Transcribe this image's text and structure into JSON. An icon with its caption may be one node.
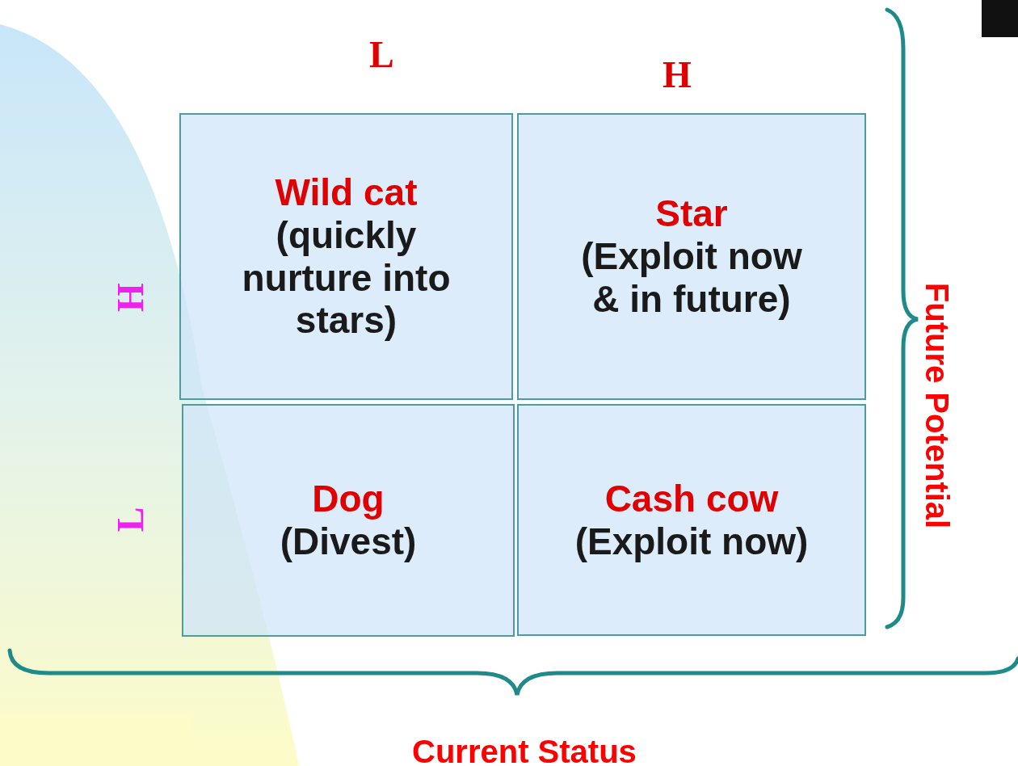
{
  "diagram": {
    "nodes": [
      {
        "text": [
          "Wild cat",
          "(quickly nurture into stars)"
        ]
      },
      {
        "text": [
          "Star",
          "(Exploit now & in future)"
        ]
      },
      {
        "text": [
          "Dog",
          "(Divest)"
        ]
      },
      {
        "text": [
          "Cash cow",
          "(Exploit now)"
        ]
      }
    ],
    "edges": [],
    "labels": [
      "L",
      "H",
      "H",
      "L",
      "Future Potential",
      "Current Status"
    ]
  }
}
